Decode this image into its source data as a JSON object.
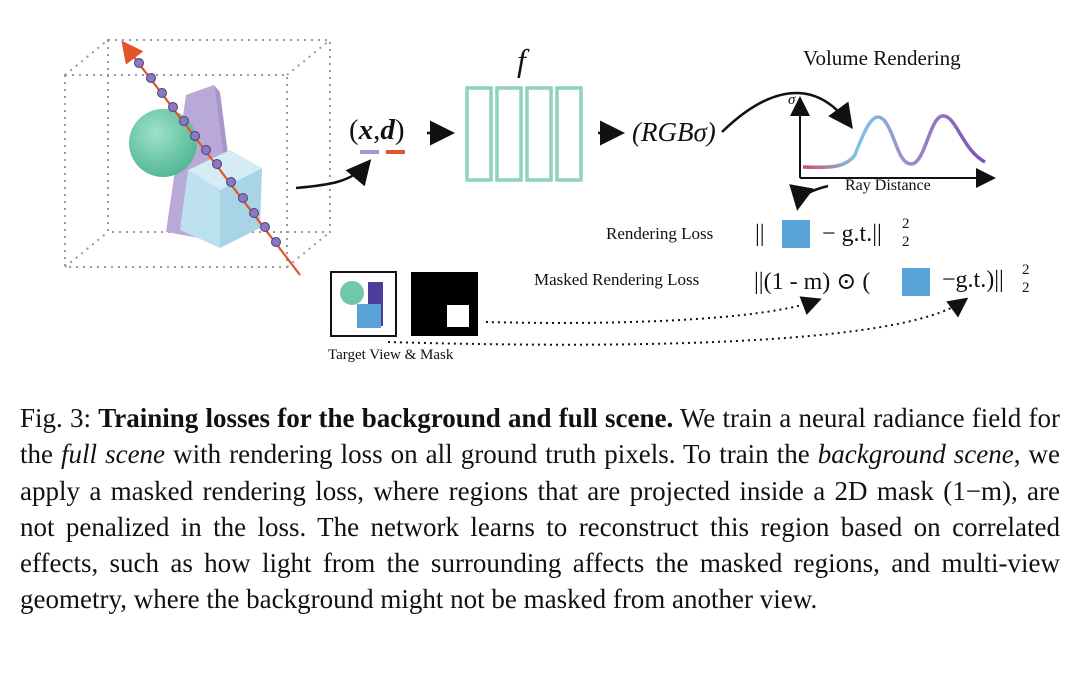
{
  "figure": {
    "function_symbol": "f",
    "input_open": "(",
    "input_x": "x",
    "input_comma": ",",
    "input_d": "d",
    "input_close": ")",
    "output_label": "(RGBσ)",
    "volume_rendering_title": "Volume Rendering",
    "sigma_label": "σ",
    "ray_distance_label": "Ray Distance",
    "rendering_loss_label": "Rendering Loss",
    "rendering_loss_left": "||",
    "rendering_loss_right": "− g.t.",
    "masked_rendering_loss_label": "Masked Rendering Loss",
    "masked_loss_left": "||(1 - m) ⊙ (",
    "masked_loss_right": "−g.t.)",
    "norm_close": "||",
    "norm_subscript": "2",
    "norm_superscript": "2",
    "target_view_label": "Target View & Mask"
  },
  "caption": {
    "fig_label": "Fig. 3:",
    "bold_title": "Training losses for the background and full scene.",
    "text_1": " We train a neural radiance field for the ",
    "italic_1": "full scene",
    "text_2": " with rendering loss on all ground truth pixels. To train the ",
    "italic_2": "background scene",
    "text_3": ", we apply a masked rendering loss, where regions that are projected inside a 2D mask ",
    "mask_expr": "(1−m)",
    "text_4": ", are not penalized in the loss. The network learns to reconstruct this region based on correlated effects, such as how light from the surrounding affects the masked regions, and multi-view geometry, where the background might not be masked from another view."
  },
  "colors": {
    "mlp_green": "#8fd3b8",
    "sphere_teal": "#6fc9a8",
    "cube_blue": "#bde0ee",
    "prism_purple": "#b9a9d6",
    "ray_orange": "#e0552b",
    "sample_purple": "#8a78c0",
    "square_blue": "#5aa3d8"
  }
}
